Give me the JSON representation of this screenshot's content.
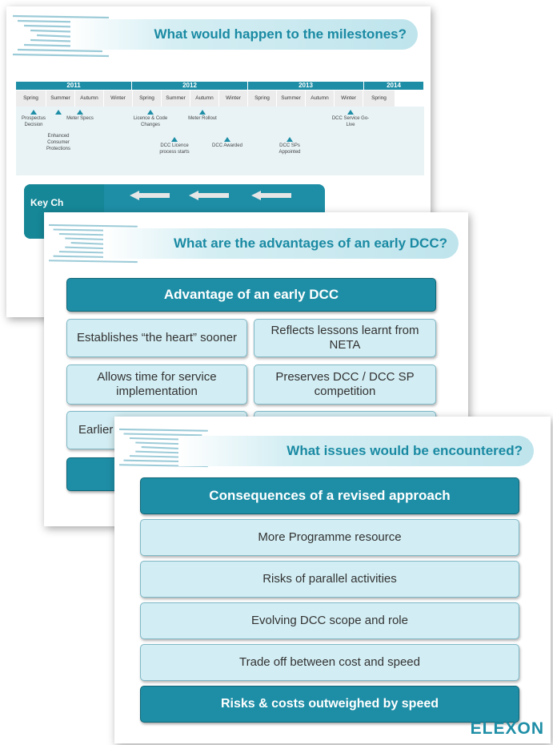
{
  "slide1": {
    "title": "What would happen to the milestones?",
    "years": [
      "2011",
      "2012",
      "2013",
      "2014"
    ],
    "seasons": [
      "Spring",
      "Summer",
      "Autumn",
      "Winter",
      "Spring",
      "Summer",
      "Autumn",
      "Winter",
      "Spring",
      "Summer",
      "Autumn",
      "Winter",
      "Spring"
    ],
    "milestones": [
      {
        "label": "Prospectus Decision"
      },
      {
        "label": "Enhanced Consumer Protections"
      },
      {
        "label": "Meter Specs"
      },
      {
        "label": "Licence & Code Changes"
      },
      {
        "label": "DCC Licence process starts"
      },
      {
        "label": "Meter Rollout"
      },
      {
        "label": "DCC Awarded"
      },
      {
        "label": "DCC SPs Appointed"
      },
      {
        "label": "DCC Service Go-Live"
      }
    ],
    "key_label": "Key Ch"
  },
  "slide2": {
    "title": "What are the advantages of an early DCC?",
    "header": "Advantage of an early DCC",
    "items": [
      "Establishes “the heart” sooner",
      "Reflects lessons learnt from NETA",
      "Allows time for service implementation",
      "Preserves DCC / DCC SP competition",
      "Earlier"
    ]
  },
  "slide3": {
    "title": "What issues would be encountered?",
    "header": "Consequences of a revised approach",
    "items": [
      "More Programme resource",
      "Risks of parallel activities",
      "Evolving DCC scope and role",
      "Trade off between cost and speed"
    ],
    "footer": "Risks & costs outweighed by speed",
    "logo": "ELEXON"
  },
  "colors": {
    "accent": "#1e8ea6",
    "light": "#d2edf3"
  }
}
